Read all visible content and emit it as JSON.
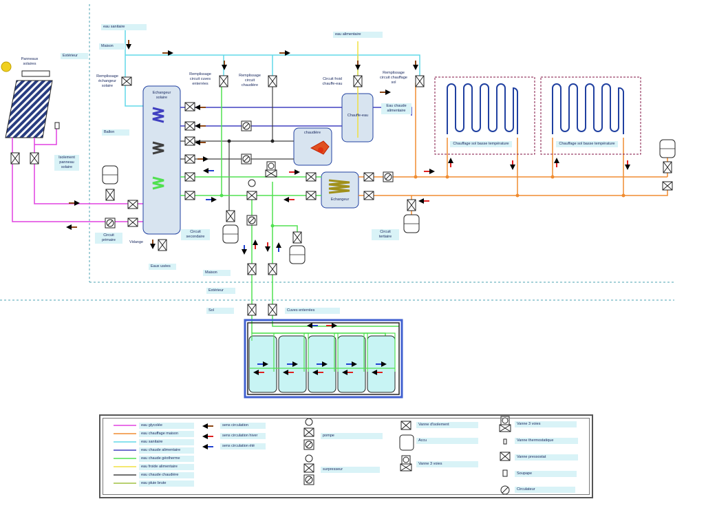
{
  "labels": {
    "eau_sanitaire": "eau sanitaire",
    "maison_top": "Maison",
    "exterieur_top": "Extérieur",
    "panneaux_solaires": "Panneaux solaires",
    "remplissage_echangeur_solaire": "Remplissage échangeur solaire",
    "remplissage_circuit_cuves": "Remplissage circuit cuves enterrées",
    "remplissage_circuit_chaudiere": "Remplissage circuit chaudière",
    "eau_alimentaire": "eau alimentaire",
    "circuit_froid_chauffe_eau": "Circuit froid chauffe-eau",
    "remplissage_circuit_chauffage_sol": "Remplissage circuit chauffage sol",
    "echangeur_solaire": "Echangeur solaire",
    "chauffe_eau": "Chauffe-eau",
    "eau_chaude_alimentaire": "Eau chaude alimentaire",
    "ballon": "Ballon",
    "chaudiere": "chaudière",
    "isolement_panneau_solaire": "Isolement panneau solaire",
    "echangeur": "Echangeur",
    "circuit_primaire": "Circuit primaire",
    "vidange": "Vidange",
    "circuit_secondaire": "Circuit secondaire",
    "circuit_tertiaire": "Circuit tertiaire",
    "eaux_usees": "Eaux usées",
    "maison_bottom": "Maison",
    "exterieur_bottom": "Extérieur",
    "sol": "Sol",
    "cuves_enterrees": "Cuves enterrées",
    "chauffage_sol_1": "Chauffage sol basse température",
    "chauffage_sol_2": "Chauffage sol basse température"
  },
  "legend": {
    "lines": [
      {
        "label": "eau glycolée",
        "color": "#e040e0"
      },
      {
        "label": "eau chauffage maison",
        "color": "#f08c30"
      },
      {
        "label": "eau sanitaire",
        "color": "#60d8e8"
      },
      {
        "label": "eau chaude alimentaire",
        "color": "#4040c0"
      },
      {
        "label": "eau chaude géotherme",
        "color": "#50e050"
      },
      {
        "label": "eau froide alimentaire",
        "color": "#f0e040"
      },
      {
        "label": "eau chaude chaudière",
        "color": "#404040"
      },
      {
        "label": "eau pluie brute",
        "color": "#a0c040"
      }
    ],
    "arrows": [
      {
        "label": "sens circulation",
        "color": "#8b4513"
      },
      {
        "label": "sens circulation hiver",
        "color": "#e02020"
      },
      {
        "label": "sens circulation été",
        "color": "#2040d0"
      }
    ],
    "symbols": {
      "pompe": "pompe",
      "surpresseur": "surpresseur",
      "vanne_isolement": "Vanne d'isolement",
      "accu": "Accu",
      "vanne_3_voies_a": "Vanne 3 voies",
      "vanne_3_voies_b": "Vanne 3 voies",
      "vanne_thermostatique": "Vanne thermostatique",
      "vanne_pressostat": "Vanne pressostat",
      "soupape": "Soupape",
      "circulateur": "Circulateur"
    }
  },
  "colors": {
    "glycol": "#e040e0",
    "chauffage": "#f08c30",
    "sanitaire": "#60d8e8",
    "chaude_alim": "#4040c0",
    "geotherme": "#50e050",
    "froide_alim": "#f0e040",
    "chaudiere": "#404040",
    "pluie": "#a0c040",
    "arrow_brown": "#8b4513",
    "arrow_red": "#e02020",
    "arrow_blue": "#2040d0",
    "label_bg": "#d9f3f7",
    "dash": "#4aa0b0"
  }
}
